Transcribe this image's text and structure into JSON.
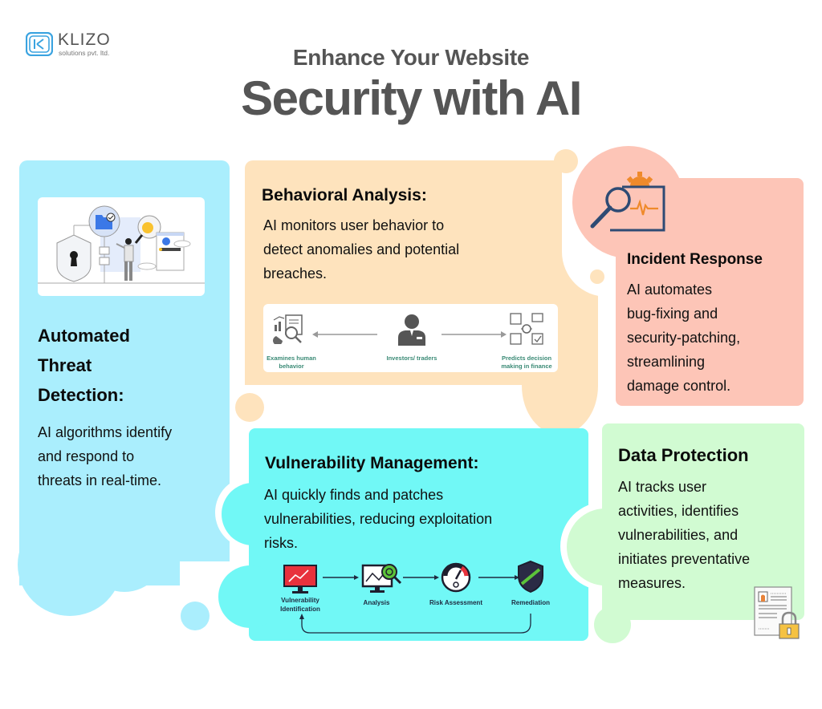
{
  "brand": {
    "name": "KLIZO",
    "tagline": "solutions pvt. ltd.",
    "logo_color": "#3aa3e0"
  },
  "header": {
    "line1": "Enhance Your Website",
    "line2": "Security with AI",
    "color": "#555555"
  },
  "cards": {
    "threat_detection": {
      "title_lines": [
        "Automated",
        "Threat",
        "Detection:"
      ],
      "body_lines": [
        "AI algorithms identify",
        "and respond to",
        "threats in real-time."
      ],
      "color": "#aaeefd",
      "illustration": "shield-keyhole-person-magnifier-illustration"
    },
    "behavioral_analysis": {
      "title": "Behavioral Analysis:",
      "body_lines": [
        "AI monitors user behavior to",
        "detect anomalies and potential",
        "breaches."
      ],
      "color": "#fee3bd",
      "diagram": {
        "left_label_lines": [
          "Examines human",
          "behavior"
        ],
        "center_label": "Investors/ traders",
        "right_label_lines": [
          "Predicts decision",
          "making in finance"
        ],
        "left_icon": "report-magnifier-icon",
        "center_icon": "person-icon",
        "right_icon": "decision-grid-icon"
      }
    },
    "incident_response": {
      "title": "Incident Response",
      "body_lines": [
        "AI automates",
        "bug-fixing and",
        "security-patching,",
        "streamlining",
        "damage control."
      ],
      "color": "#fdc5b7",
      "icon": "magnifier-monitor-gear-icon"
    },
    "vulnerability_management": {
      "title": "Vulnerability Management:",
      "body_lines": [
        "AI quickly finds and patches",
        "vulnerabilities, reducing exploitation",
        "risks."
      ],
      "color": "#71f8f6",
      "flow": [
        {
          "label_lines": [
            "Vulnerability",
            "Identification"
          ],
          "icon": "monitor-chart-icon"
        },
        {
          "label_lines": [
            "Analysis"
          ],
          "icon": "monitor-magnifier-icon"
        },
        {
          "label_lines": [
            "Risk Assessment"
          ],
          "icon": "gauge-icon"
        },
        {
          "label_lines": [
            "Remediation"
          ],
          "icon": "shield-icon"
        }
      ]
    },
    "data_protection": {
      "title": "Data Protection",
      "body_lines": [
        "AI tracks user",
        "activities, identifies",
        "vulnerabilities, and",
        "initiates preventative",
        "measures."
      ],
      "color": "#d1fbd2",
      "icon": "document-lock-icon"
    }
  }
}
